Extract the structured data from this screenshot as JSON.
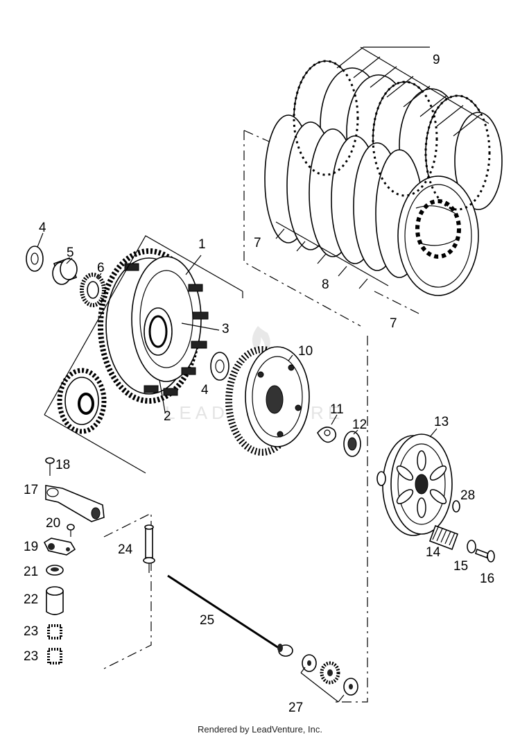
{
  "watermark": "LEADVENTURE",
  "credit": "Rendered by LeadVenture, Inc.",
  "callouts": {
    "c1": "1",
    "c2": "2",
    "c3": "3",
    "c4a": "4",
    "c4b": "4",
    "c5": "5",
    "c6": "6",
    "c7a": "7",
    "c7b": "7",
    "c8": "8",
    "c9": "9",
    "c10": "10",
    "c11": "11",
    "c12": "12",
    "c13": "13",
    "c14": "14",
    "c15": "15",
    "c16": "16",
    "c17": "17",
    "c18": "18",
    "c19": "19",
    "c20": "20",
    "c21": "21",
    "c22": "22",
    "c23a": "23",
    "c23b": "23",
    "c24": "24",
    "c25": "25",
    "c27": "27",
    "c28": "28"
  }
}
